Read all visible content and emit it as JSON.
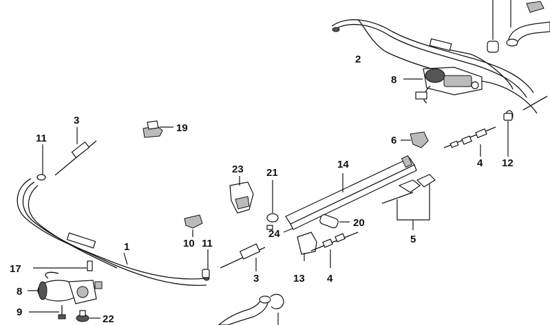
{
  "diagram": {
    "callouts": {
      "c1": "1",
      "c2": "2",
      "c3a": "3",
      "c3b": "3",
      "c4a": "4",
      "c4b": "4",
      "c5": "5",
      "c6": "6",
      "c8a": "8",
      "c8b": "8",
      "c9": "9",
      "c10": "10",
      "c11a": "11",
      "c11b": "11",
      "c12": "12",
      "c13": "13",
      "c14": "14",
      "c17": "17",
      "c19": "19",
      "c20": "20",
      "c21": "21",
      "c22": "22",
      "c23": "23",
      "c24": "24"
    }
  }
}
